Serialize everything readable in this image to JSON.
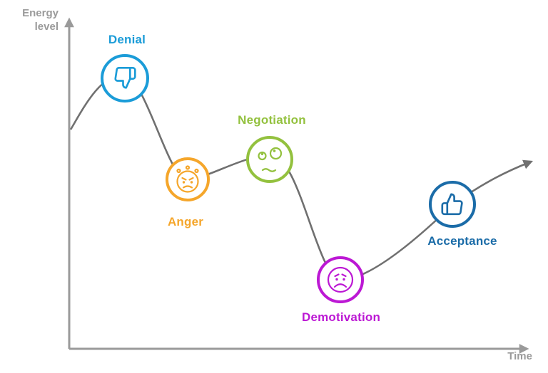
{
  "axes": {
    "y_label": "Energy level",
    "x_label": "Time",
    "color": "#9a9a9a"
  },
  "curve": {
    "color": "#707070"
  },
  "stages": [
    {
      "label": "Denial",
      "color": "#1b9cd8",
      "icon": "thumbs-down"
    },
    {
      "label": "Anger",
      "color": "#f5a62b",
      "icon": "angry-face"
    },
    {
      "label": "Negotiation",
      "color": "#93c13e",
      "icon": "skeptical-face"
    },
    {
      "label": "Demotivation",
      "color": "#bc18d4",
      "icon": "sad-face"
    },
    {
      "label": "Acceptance",
      "color": "#1b6ca8",
      "icon": "thumbs-up"
    }
  ]
}
